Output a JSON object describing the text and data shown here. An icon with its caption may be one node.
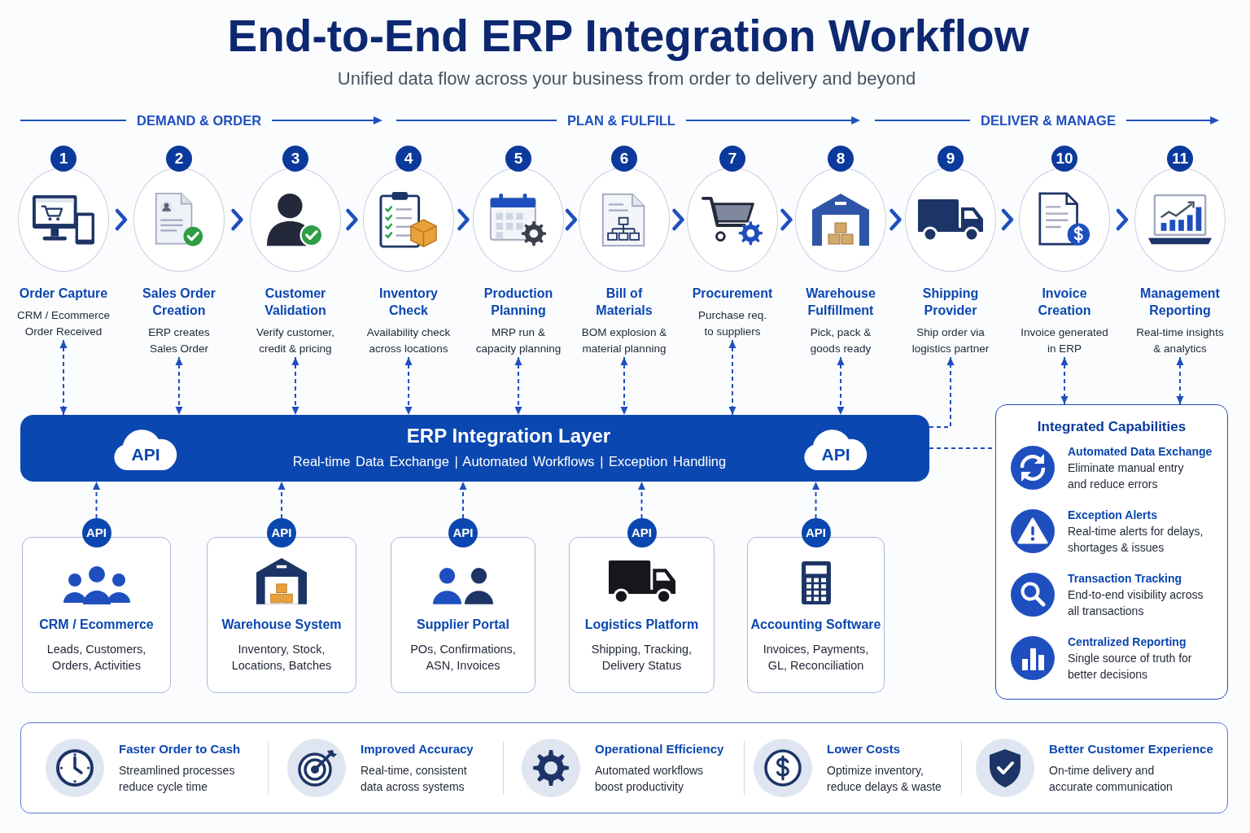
{
  "diagram": {
    "title": "End-to-End ERP Integration Workflow",
    "nodes": [
      {
        "text": [
          "1",
          "Order Capture",
          "CRM / Ecommerce Order Received"
        ]
      },
      {
        "text": [
          "2",
          "Sales Order Creation",
          "ERP creates Sales Order"
        ]
      },
      {
        "text": [
          "3",
          "Customer Validation",
          "Verify customer, credit & pricing"
        ]
      },
      {
        "text": [
          "4",
          "Inventory Check",
          "Availability check across locations"
        ]
      },
      {
        "text": [
          "5",
          "Production Planning",
          "MRP run & capacity planning"
        ]
      },
      {
        "text": [
          "6",
          "Bill of Materials",
          "BOM explosion & material planning"
        ]
      },
      {
        "text": [
          "7",
          "Procurement",
          "Purchase req. to suppliers"
        ]
      },
      {
        "text": [
          "8",
          "Warehouse Fulfillment",
          "Pick, pack & goods ready"
        ]
      },
      {
        "text": [
          "9",
          "Shipping Provider",
          "Ship order via logistics partner"
        ]
      },
      {
        "text": [
          "10",
          "Invoice Creation",
          "Invoice generated in ERP"
        ]
      },
      {
        "text": [
          "11",
          "Management Reporting",
          "Real-time insights & analytics"
        ]
      },
      {
        "text": [
          "ERP Integration Layer",
          "Real-time Data Exchange | Automated Workflows | Exception Handling"
        ]
      },
      {
        "text": [
          "API"
        ],
        "in": 11
      },
      {
        "text": [
          "API"
        ],
        "in": 11
      },
      {
        "text": [
          "API",
          "CRM / Ecommerce",
          "Leads, Customers, Orders, Activities"
        ]
      },
      {
        "text": [
          "API",
          "Warehouse System",
          "Inventory, Stock, Locations, Batches"
        ]
      },
      {
        "text": [
          "API",
          "Supplier Portal",
          "POs, Confirmations, ASN, Invoices"
        ]
      },
      {
        "text": [
          "API",
          "Logistics Platform",
          "Shipping, Tracking, Delivery Status"
        ]
      },
      {
        "text": [
          "API",
          "Accounting Software",
          "Invoices, Payments, GL, Reconciliation"
        ]
      },
      {
        "text": [
          "Integrated Capabilities",
          "Automated Data Exchange",
          "Eliminate manual entry and reduce errors",
          "Exception Alerts",
          "Real-time alerts for delays, shortages & issues",
          "Transaction Tracking",
          "End-to-end visibility across all transactions",
          "Centralized Reporting",
          "Single source of truth for better decisions"
        ]
      },
      {
        "text": [
          "Faster Order to Cash",
          "Streamlined processes reduce cycle time",
          "Improved Accuracy",
          "Real-time, consistent data across systems",
          "Operational Efficiency",
          "Automated workflows boost productivity",
          "Lower Costs",
          "Optimize inventory, reduce delays & waste",
          "Better Customer Experience",
          "On-time delivery and accurate communication"
        ]
      }
    ],
    "edges": [
      {
        "from": 0,
        "to": 1,
        "arrow": "to",
        "style": "thick"
      },
      {
        "from": 1,
        "to": 2,
        "arrow": "to",
        "style": "thick"
      },
      {
        "from": 2,
        "to": 3,
        "arrow": "to",
        "style": "thick"
      },
      {
        "from": 3,
        "to": 4,
        "arrow": "to",
        "style": "thick"
      },
      {
        "from": 4,
        "to": 5,
        "arrow": "to",
        "style": "thick"
      },
      {
        "from": 5,
        "to": 6,
        "arrow": "to",
        "style": "thick"
      },
      {
        "from": 6,
        "to": 7,
        "arrow": "to",
        "style": "thick"
      },
      {
        "from": 7,
        "to": 8,
        "arrow": "to",
        "style": "thick"
      },
      {
        "from": 8,
        "to": 9,
        "arrow": "to",
        "style": "thick"
      },
      {
        "from": 9,
        "to": 10,
        "arrow": "to",
        "style": "thick"
      },
      {
        "from": 0,
        "to": 11,
        "arrow": "both",
        "style": "dashed"
      },
      {
        "from": 1,
        "to": 11,
        "arrow": "both",
        "style": "dashed"
      },
      {
        "from": 2,
        "to": 11,
        "arrow": "both",
        "style": "dashed"
      },
      {
        "from": 3,
        "to": 11,
        "arrow": "both",
        "style": "dashed"
      },
      {
        "from": 4,
        "to": 11,
        "arrow": "both",
        "style": "dashed"
      },
      {
        "from": 5,
        "to": 11,
        "arrow": "both",
        "style": "dashed"
      },
      {
        "from": 6,
        "to": 11,
        "arrow": "both",
        "style": "dashed"
      },
      {
        "from": 7,
        "to": 11,
        "arrow": "both",
        "style": "dashed"
      },
      {
        "from": 11,
        "to": 8,
        "arrow": "to",
        "style": "dashed"
      },
      {
        "from": 9,
        "to": 19,
        "arrow": "both",
        "style": "dashed"
      },
      {
        "from": 10,
        "to": 19,
        "arrow": "both",
        "style": "dashed"
      },
      {
        "from": 11,
        "to": 19,
        "arrow": "none",
        "style": "dashed"
      },
      {
        "from": 14,
        "to": 11,
        "arrow": "to",
        "style": "dashed"
      },
      {
        "from": 15,
        "to": 11,
        "arrow": "to",
        "style": "dashed"
      },
      {
        "from": 16,
        "to": 11,
        "arrow": "to",
        "style": "dashed"
      },
      {
        "from": 17,
        "to": 11,
        "arrow": "to",
        "style": "dashed"
      },
      {
        "from": 18,
        "to": 11,
        "arrow": "to",
        "style": "dashed"
      }
    ],
    "labels": [
      "Unified data flow across your business from order to delivery and beyond",
      "DEMAND & ORDER",
      "PLAN & FULFILL",
      "DELIVER & MANAGE"
    ]
  }
}
